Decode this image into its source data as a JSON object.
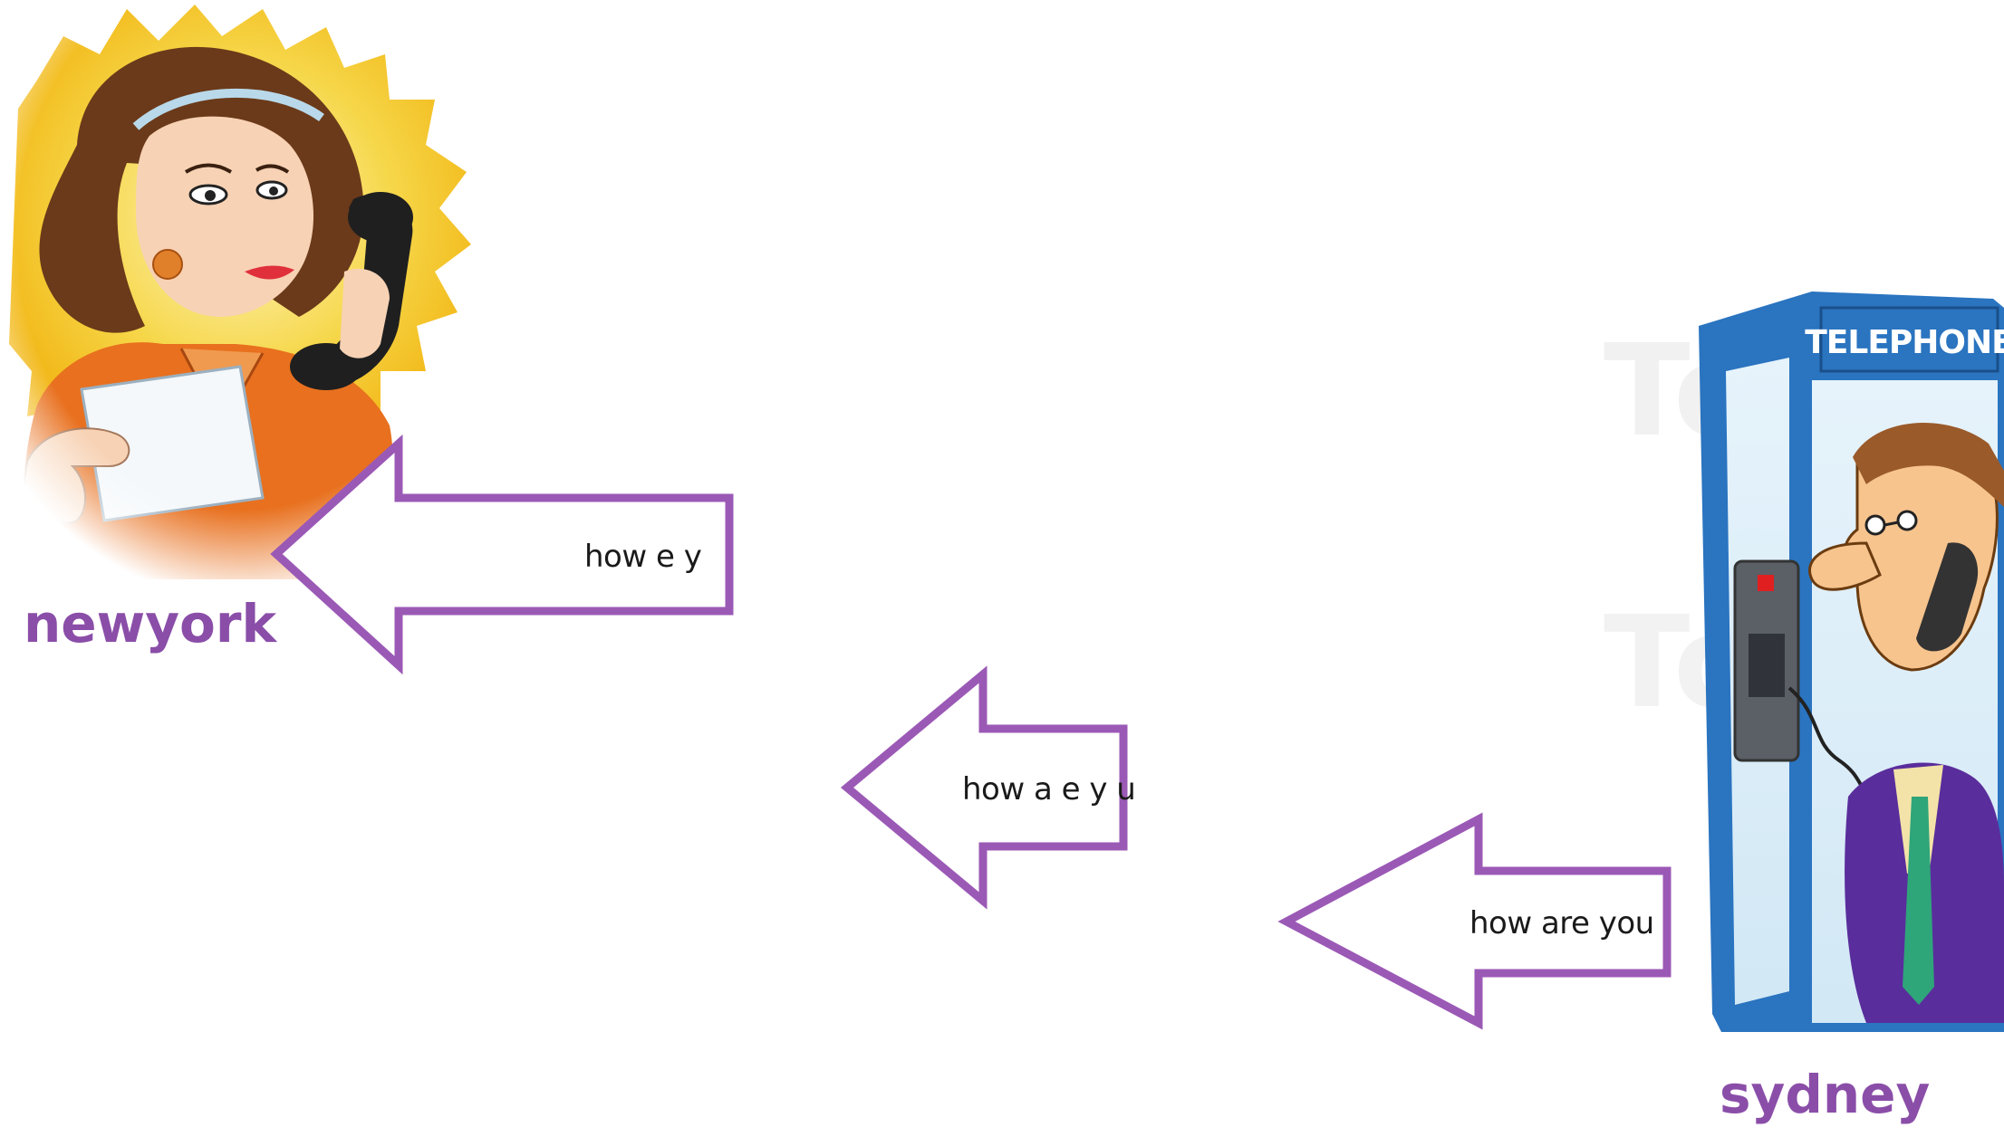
{
  "cities": {
    "destination": "newyork",
    "origin": "sydney"
  },
  "messages": [
    {
      "text": "how e y"
    },
    {
      "text": "how a e y u"
    },
    {
      "text": "how are you"
    }
  ],
  "booth_sign": "TELEPHONE",
  "colors": {
    "arrow_stroke": "#9b59b6",
    "label": "#8a4ea8",
    "woman_hair": "#6b3a1a",
    "woman_blouse": "#e8701e",
    "burst": "#f2c21c",
    "booth_blue": "#2a74c0",
    "man_suit": "#5a2d9c"
  }
}
